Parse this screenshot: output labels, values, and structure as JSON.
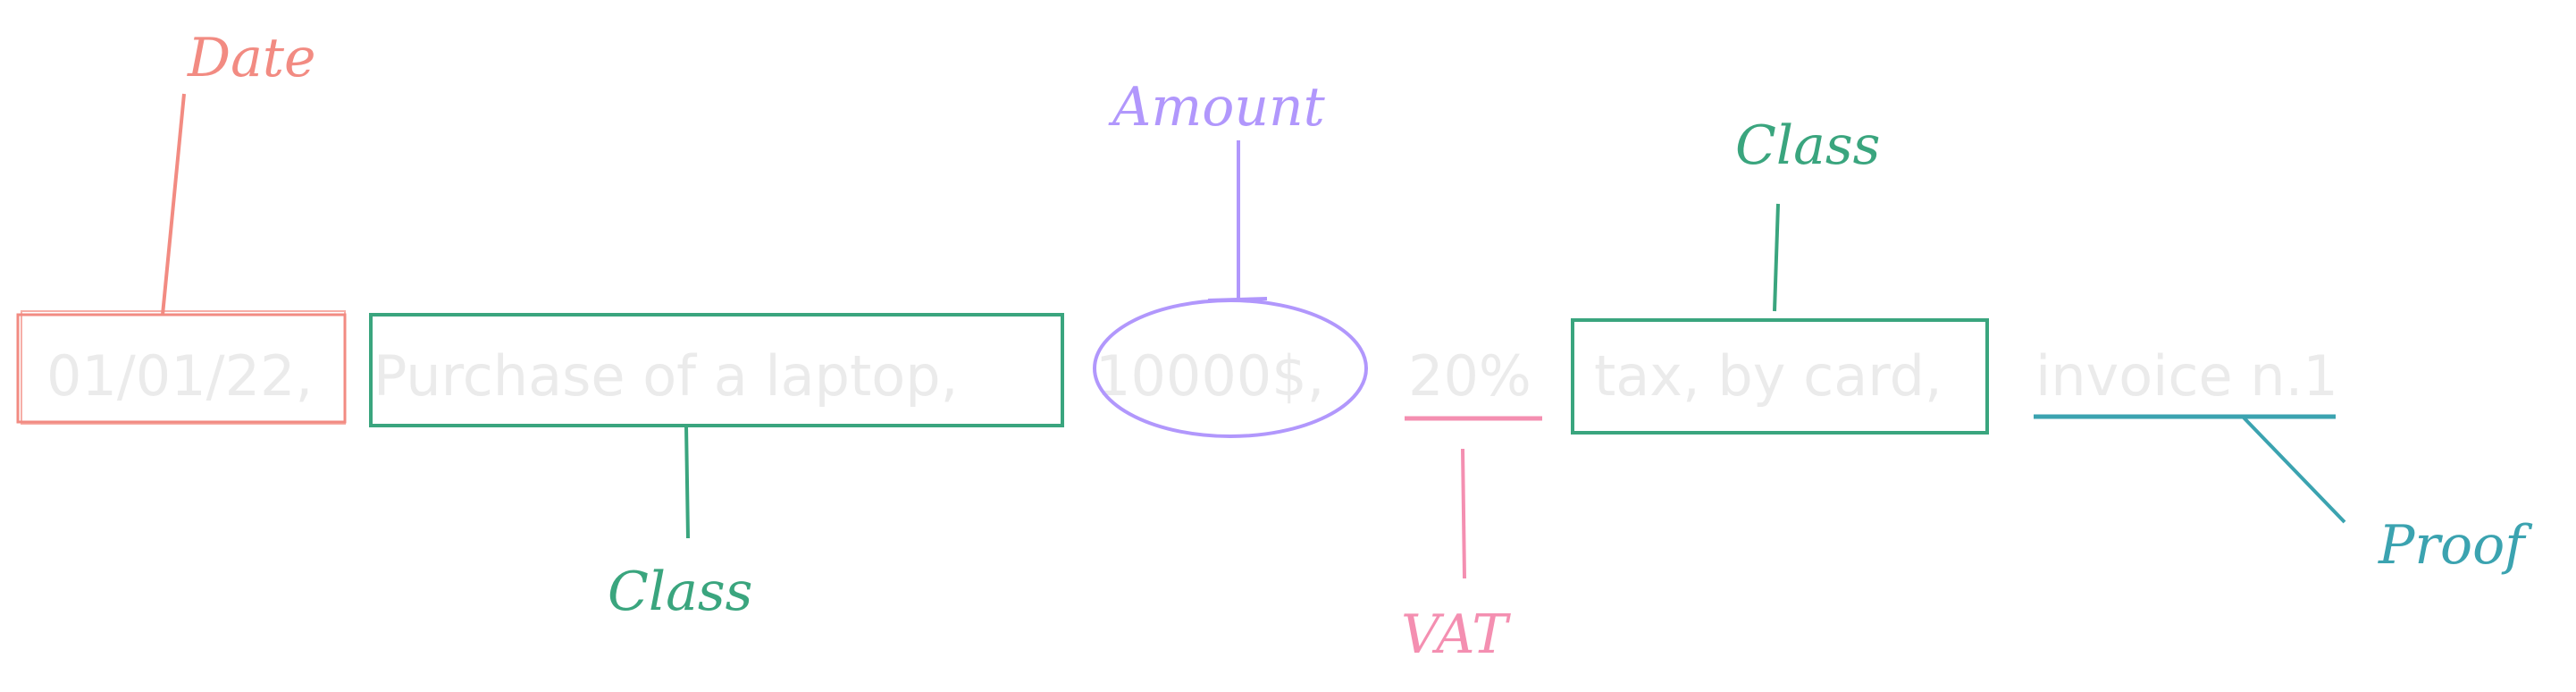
{
  "sentence": {
    "date": "01/01/22,",
    "description": "Purchase of a laptop,",
    "amount": "10000$,",
    "vat": "20%",
    "tax": "tax, by card,",
    "proof": "invoice n.1"
  },
  "labels": {
    "date": "Date",
    "class_description": "Class",
    "amount": "Amount",
    "vat": "VAT",
    "class_tax": "Class",
    "proof": "Proof"
  },
  "colors": {
    "date": "#f28b82",
    "class": "#3aa57e",
    "amount": "#b197fc",
    "vat": "#f48fb1",
    "proof": "#3ba3b0",
    "sentence_text": "#ebebeb"
  }
}
